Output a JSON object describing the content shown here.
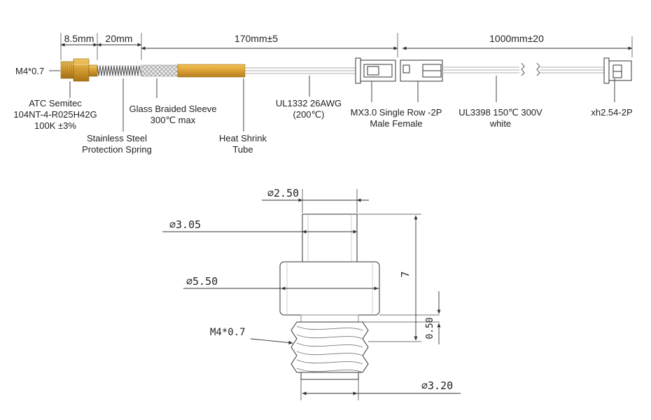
{
  "top": {
    "dims": {
      "d1": "8.5mm",
      "d2": "20mm",
      "d3": "170mm±5",
      "d4": "1000mm±20"
    },
    "labels": {
      "thread": "M4*0.7",
      "sensor_line1": "ATC Semitec",
      "sensor_line2": "104NT-4-R025H42G",
      "sensor_line3": "100K ±3%",
      "spring_line1": "Stainless Steel",
      "spring_line2": "Protection Spring",
      "sleeve_line1": "Glass Braided Sleeve",
      "sleeve_line2": "300℃ max",
      "shrink_line1": "Heat Shrink",
      "shrink_line2": "Tube",
      "wire1_line1": "UL1332 26AWG",
      "wire1_line2": "(200℃)",
      "mx_line1": "MX3.0 Single Row -2P",
      "mx_line2": "Male Female",
      "wire2_line1": "UL3398 150℃ 300V",
      "wire2_line2": "white",
      "xh": "xh2.54-2P"
    },
    "colors": {
      "brass": "#d9a640",
      "shrink": "#dba53a",
      "line": "#333333"
    }
  },
  "bottom": {
    "labels": {
      "d_tip": "∅2.50",
      "d_upper": "∅3.05",
      "d_flange": "∅5.50",
      "thread": "M4*0.7",
      "length": "7",
      "thread_gap": "0.50",
      "d_bottom": "∅3.20"
    }
  }
}
